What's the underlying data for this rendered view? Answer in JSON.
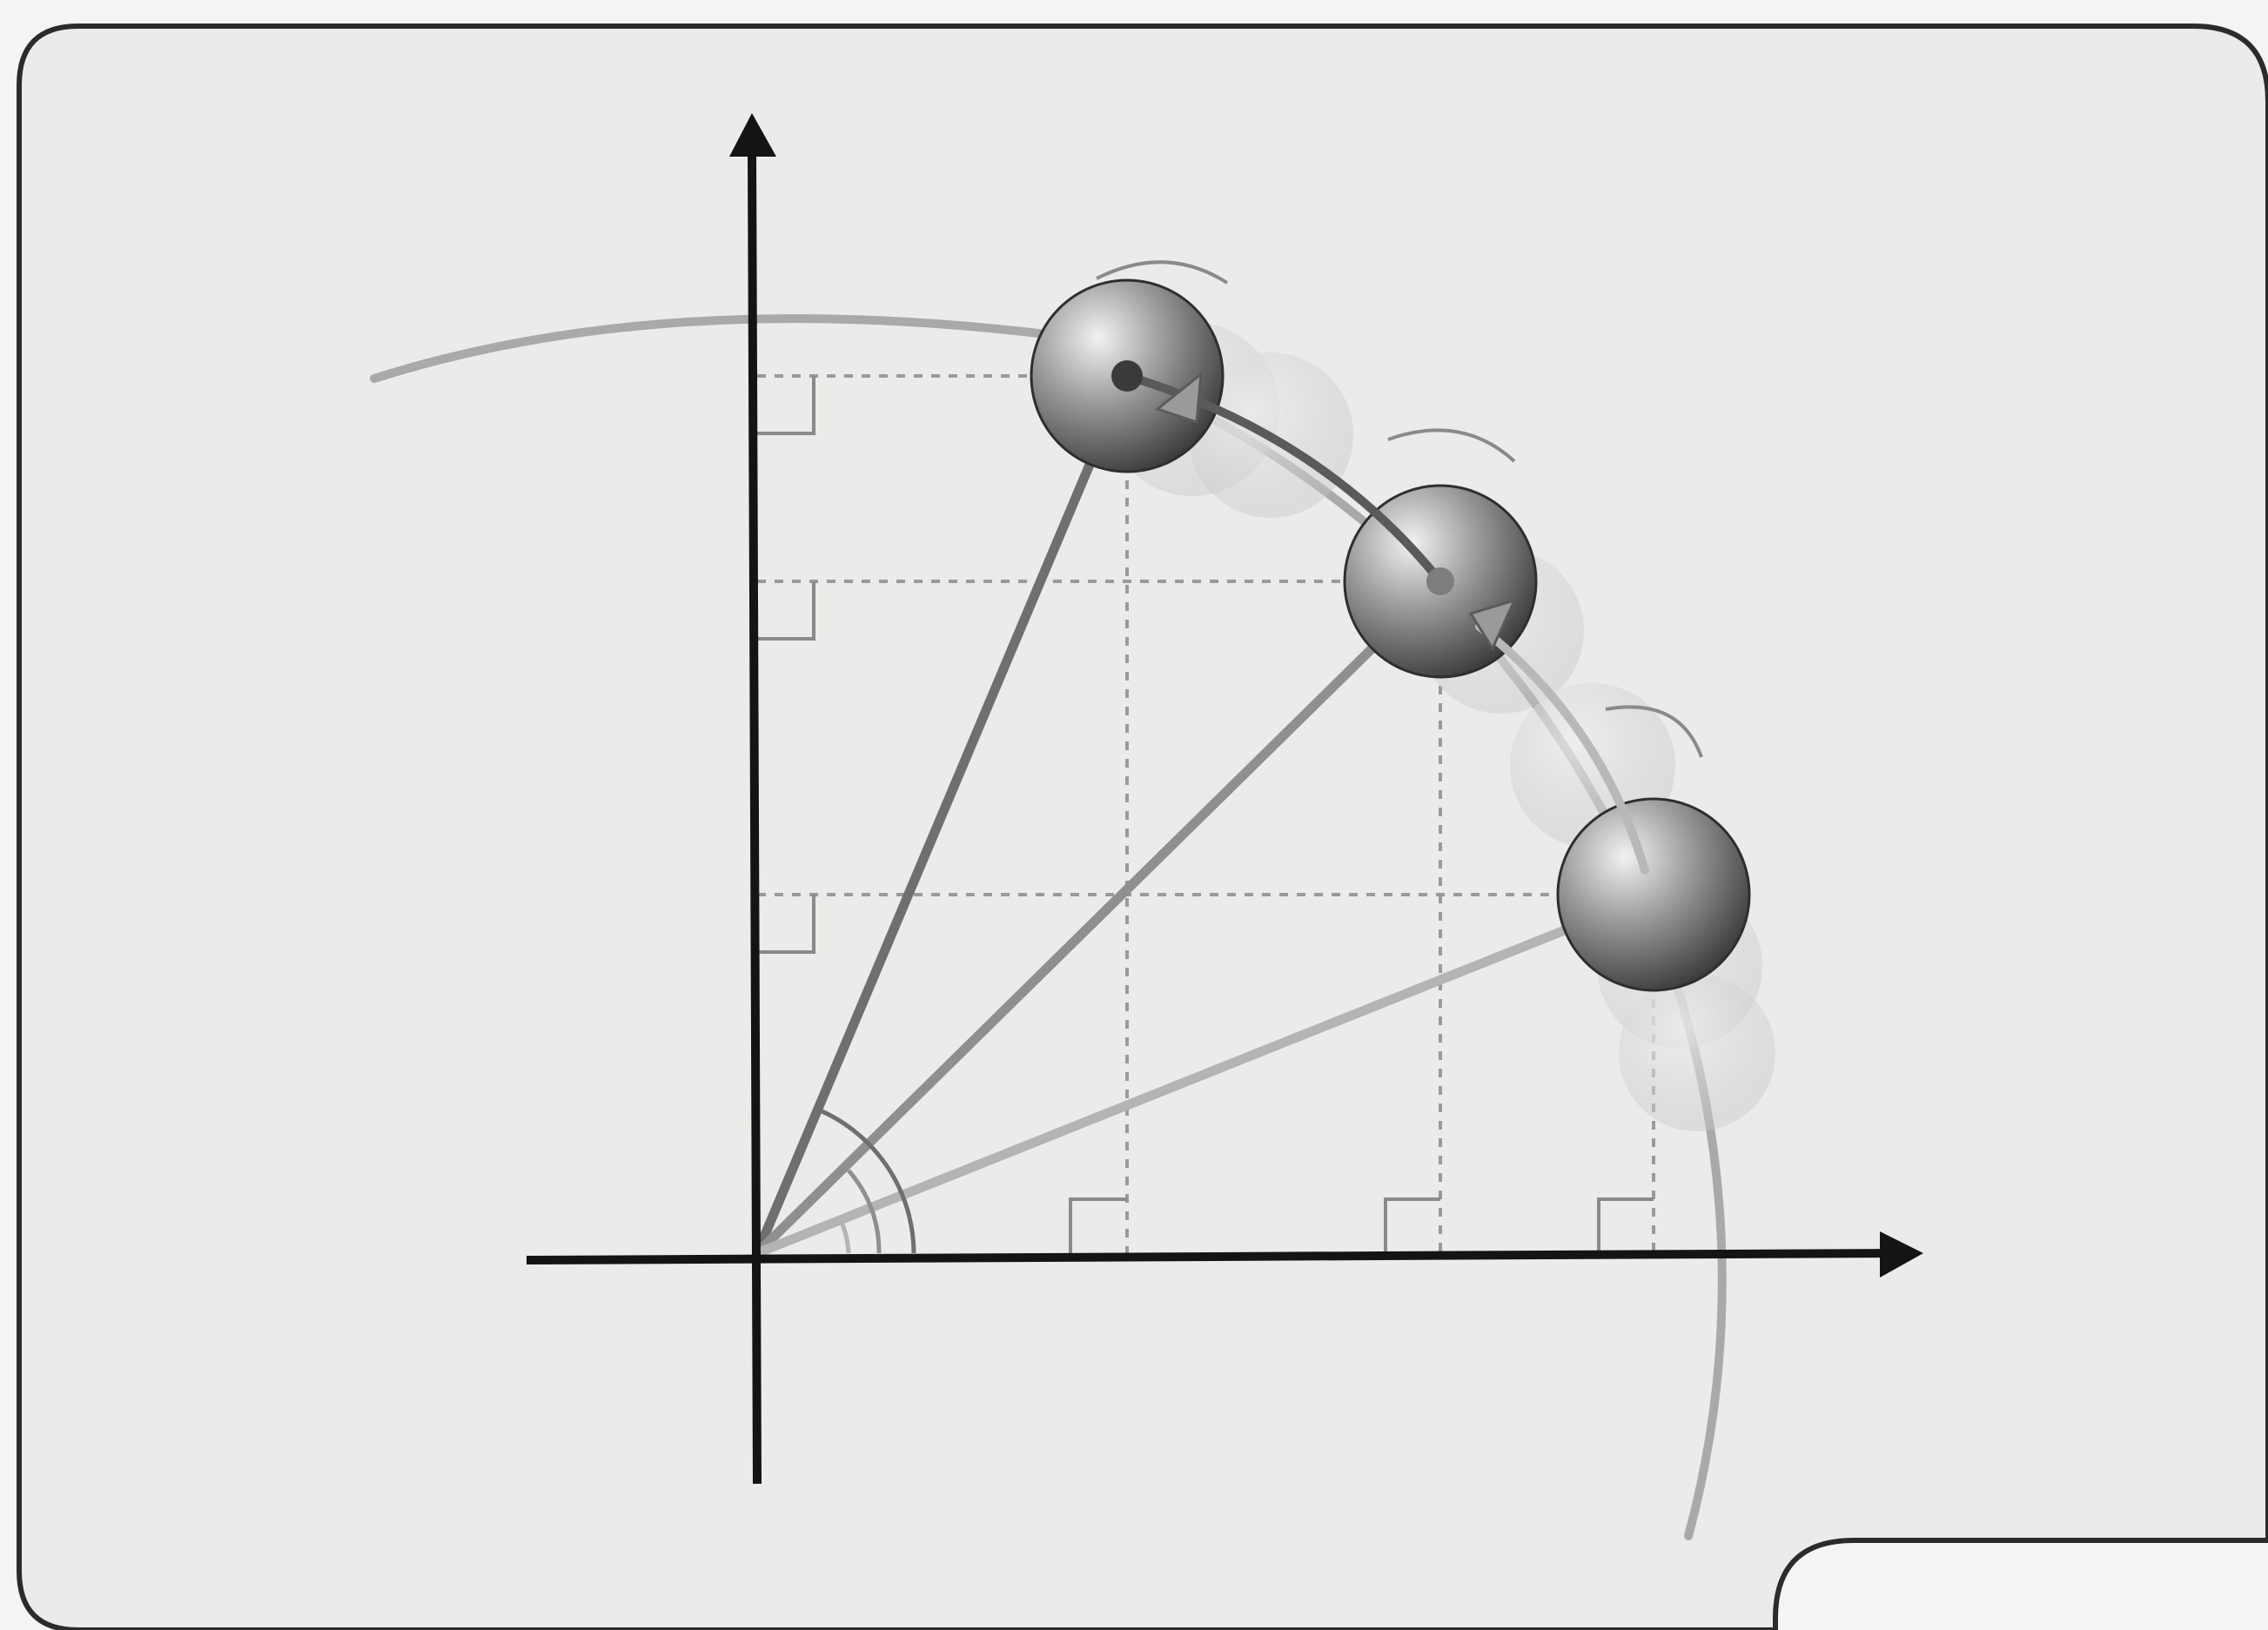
{
  "diagram": {
    "kind": "circular-motion-projection",
    "colors": {
      "background": "#f4f4f2",
      "panel": "#e9e9e7",
      "frame": "#2b2b2b",
      "axis": "#141414",
      "arc": "#a9a9a9",
      "projection_dashes": "#9a9a9a",
      "radius_dark": "#6f6f6f",
      "radius_mid": "#8f8f8f",
      "radius_light": "#b4b4b4",
      "sphere": "#6a6a6a"
    },
    "positions": [
      {
        "id": "p1",
        "angle_deg": 68
      },
      {
        "id": "p2",
        "angle_deg": 50
      },
      {
        "id": "p3",
        "angle_deg": 29
      }
    ]
  }
}
